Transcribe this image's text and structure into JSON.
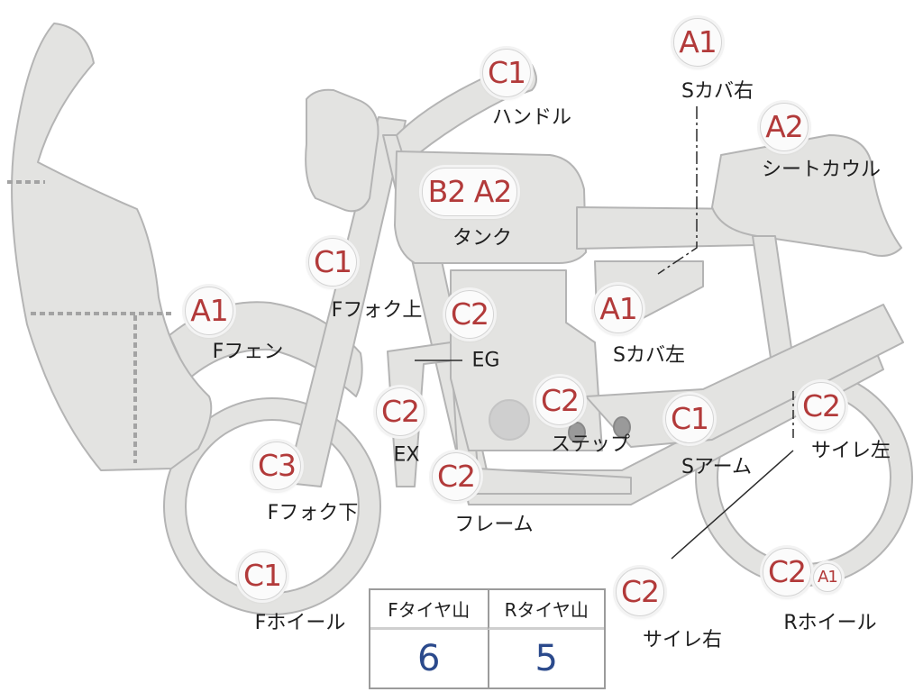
{
  "parts": [
    {
      "id": "handle",
      "grade": "C1",
      "label": "ハンドル"
    },
    {
      "id": "s-cover-right",
      "grade": "A1",
      "label": "Sカバ右"
    },
    {
      "id": "seat-cowl",
      "grade": "A2",
      "label": "シートカウル"
    },
    {
      "id": "tank",
      "grade": "B2 A2",
      "label": "タンク"
    },
    {
      "id": "f-fork-upper",
      "grade": "C1",
      "label": "Fフォク上"
    },
    {
      "id": "f-fender",
      "grade": "A1",
      "label": "Fフェン"
    },
    {
      "id": "engine",
      "grade": "C2",
      "label": "EG"
    },
    {
      "id": "s-cover-left",
      "grade": "A1",
      "label": "Sカバ左"
    },
    {
      "id": "exhaust",
      "grade": "C2",
      "label": "EX"
    },
    {
      "id": "step",
      "grade": "C2",
      "label": "ステップ"
    },
    {
      "id": "s-arm",
      "grade": "C1",
      "label": "Sアーム"
    },
    {
      "id": "muffler-left",
      "grade": "C2",
      "label": "サイレ左"
    },
    {
      "id": "f-fork-lower",
      "grade": "C3",
      "label": "Fフォク下"
    },
    {
      "id": "frame",
      "grade": "C2",
      "label": "フレーム"
    },
    {
      "id": "f-wheel",
      "grade": "C1",
      "label": "Fホイール"
    },
    {
      "id": "muffler-right",
      "grade": "C2",
      "label": "サイレ右"
    },
    {
      "id": "r-wheel",
      "grade": "C2",
      "grade_sub": "A1",
      "label": "Rホイール"
    }
  ],
  "tire_table": {
    "front_header": "Fタイヤ山",
    "rear_header": "Rタイヤ山",
    "front_value": "6",
    "rear_value": "5"
  },
  "colors": {
    "part_fill": "#e3e3e1",
    "part_stroke": "#b4b4b4",
    "grade_text": "#b23a3a",
    "tire_value": "#2b4a8c"
  }
}
